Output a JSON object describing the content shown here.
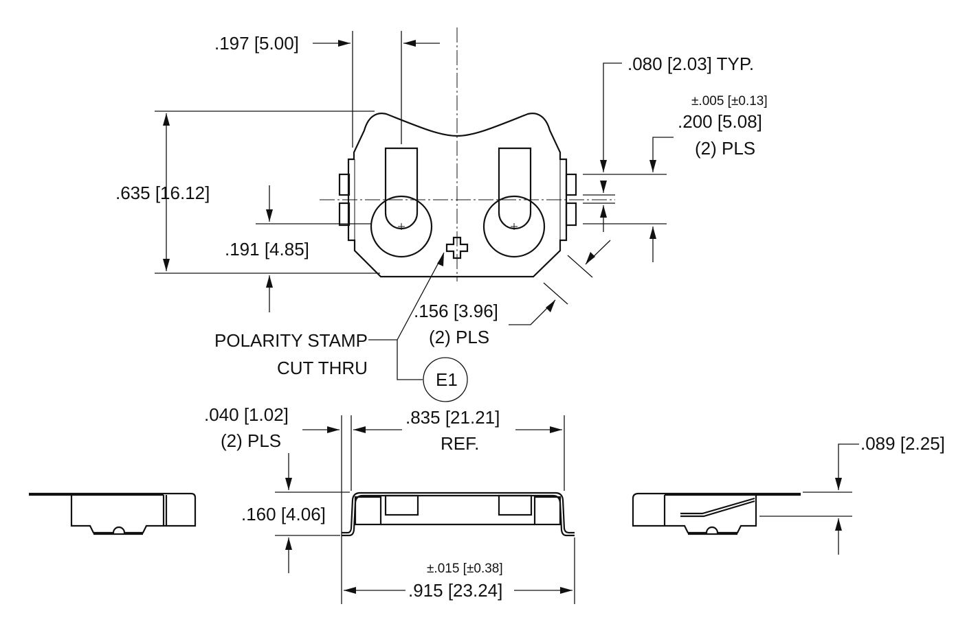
{
  "drawing": {
    "dim_width_slot": ".197 [5.00]",
    "dim_tab_width": ".080 [2.03] TYP.",
    "dim_tolerance_top": "±.005 [±0.13]",
    "dim_tab_spacing": ".200 [5.08]",
    "dim_tab_spacing_note": "(2) PLS",
    "dim_height": ".635 [16.12]",
    "dim_hole_offset": ".191 [4.85]",
    "dim_hole_dia": ".156 [3.96]",
    "dim_hole_dia_note": "(2) PLS",
    "polarity_line1": "POLARITY STAMP",
    "polarity_line2": "CUT THRU",
    "callout_e1": "E1",
    "dim_thickness": ".040 [1.02]",
    "dim_thickness_note": "(2) PLS",
    "dim_ref_width": ".835 [21.21]",
    "dim_ref_note": "REF.",
    "dim_side_height": ".089 [2.25]",
    "dim_total_height": ".160 [4.06]",
    "dim_tolerance_bottom": "±.015 [±0.38]",
    "dim_overall_width": ".915 [23.24]"
  },
  "colors": {
    "line": "#111111",
    "background": "#ffffff"
  }
}
